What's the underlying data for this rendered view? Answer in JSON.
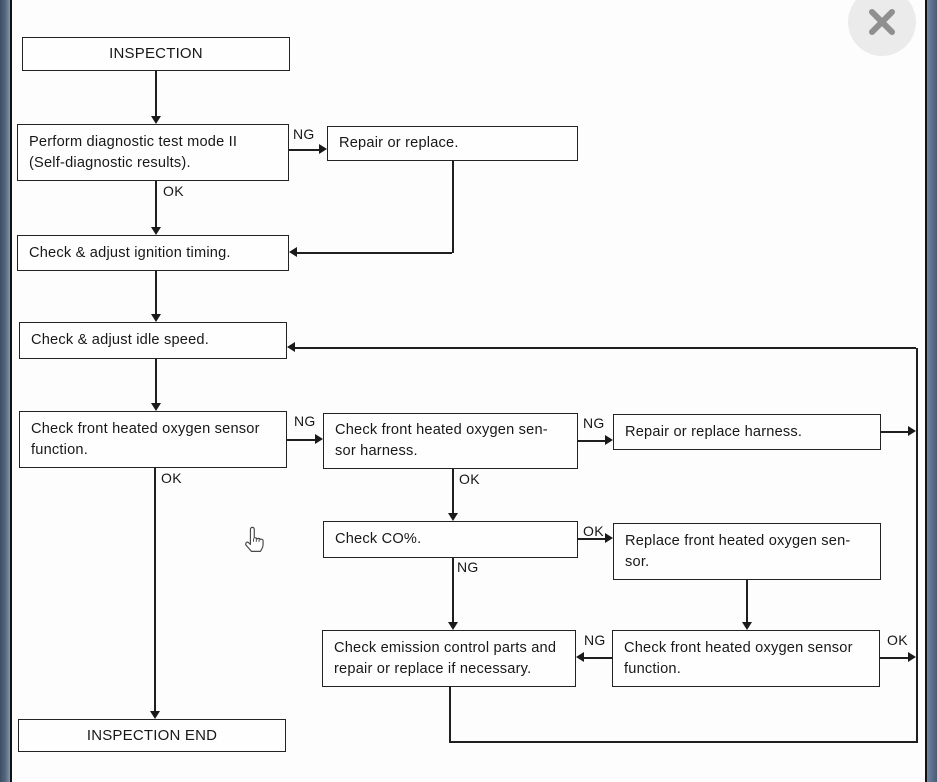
{
  "viewer": {
    "close_button": {
      "icon": "x-close"
    }
  },
  "colors": {
    "frame_left_dark": "#3d4e64",
    "frame_left_light": "#8296af",
    "frame_right_blue": "#5b7191",
    "flow_line": "#1f1f1f",
    "close_circle_bg": "#ebebeb",
    "close_glyph": "#8f8f8f",
    "paper_bg": "#fdfdfd"
  },
  "cursor": {
    "shape": "hand-pointer"
  },
  "flowchart": {
    "edge_labels": {
      "ng": "NG",
      "ok": "OK"
    },
    "nodes": [
      {
        "id": "inspection",
        "lines": [
          "INSPECTION"
        ]
      },
      {
        "id": "diagnostic-test",
        "lines": [
          "Perform diagnostic test mode II",
          "(Self-diagnostic results)."
        ]
      },
      {
        "id": "repair-or-replace",
        "lines": [
          "Repair or replace."
        ]
      },
      {
        "id": "ignition-timing",
        "lines": [
          "Check & adjust ignition timing."
        ]
      },
      {
        "id": "idle-speed",
        "lines": [
          "Check & adjust idle speed."
        ]
      },
      {
        "id": "o2-sensor-function",
        "lines": [
          "Check front heated oxygen sensor",
          "function."
        ]
      },
      {
        "id": "o2-sensor-harness",
        "lines": [
          "Check front heated oxygen sen-",
          "sor harness."
        ]
      },
      {
        "id": "repair-harness",
        "lines": [
          "Repair or replace harness."
        ]
      },
      {
        "id": "check-co",
        "lines": [
          "Check CO%."
        ]
      },
      {
        "id": "replace-o2-sensor",
        "lines": [
          "Replace front heated oxygen sen-",
          "sor."
        ]
      },
      {
        "id": "emission-control",
        "lines": [
          "Check emission control parts and",
          "repair or replace if necessary."
        ]
      },
      {
        "id": "o2-sensor-function-2",
        "lines": [
          "Check front heated oxygen sensor",
          "function."
        ]
      },
      {
        "id": "inspection-end",
        "lines": [
          "INSPECTION END"
        ]
      }
    ]
  }
}
